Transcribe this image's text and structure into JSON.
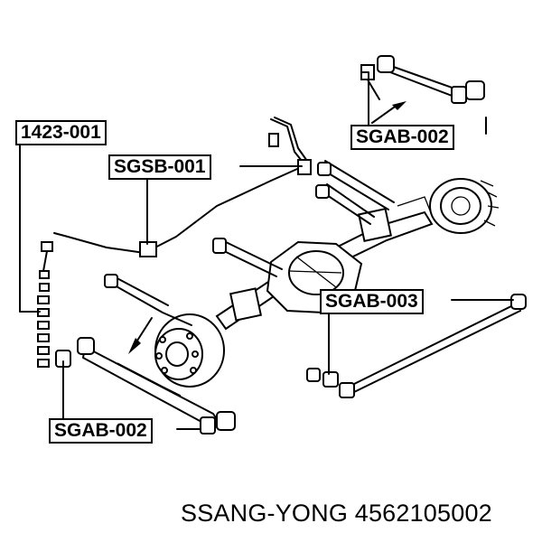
{
  "labels": {
    "stabilizer_link": "1423-001",
    "stabilizer_bushing": "SGSB-001",
    "arm_bushing_top": "SGAB-002",
    "arm_bushing_middle": "SGAB-003",
    "arm_bushing_bottom": "SGAB-002"
  },
  "caption": "SSANG-YONG 4562105002"
}
